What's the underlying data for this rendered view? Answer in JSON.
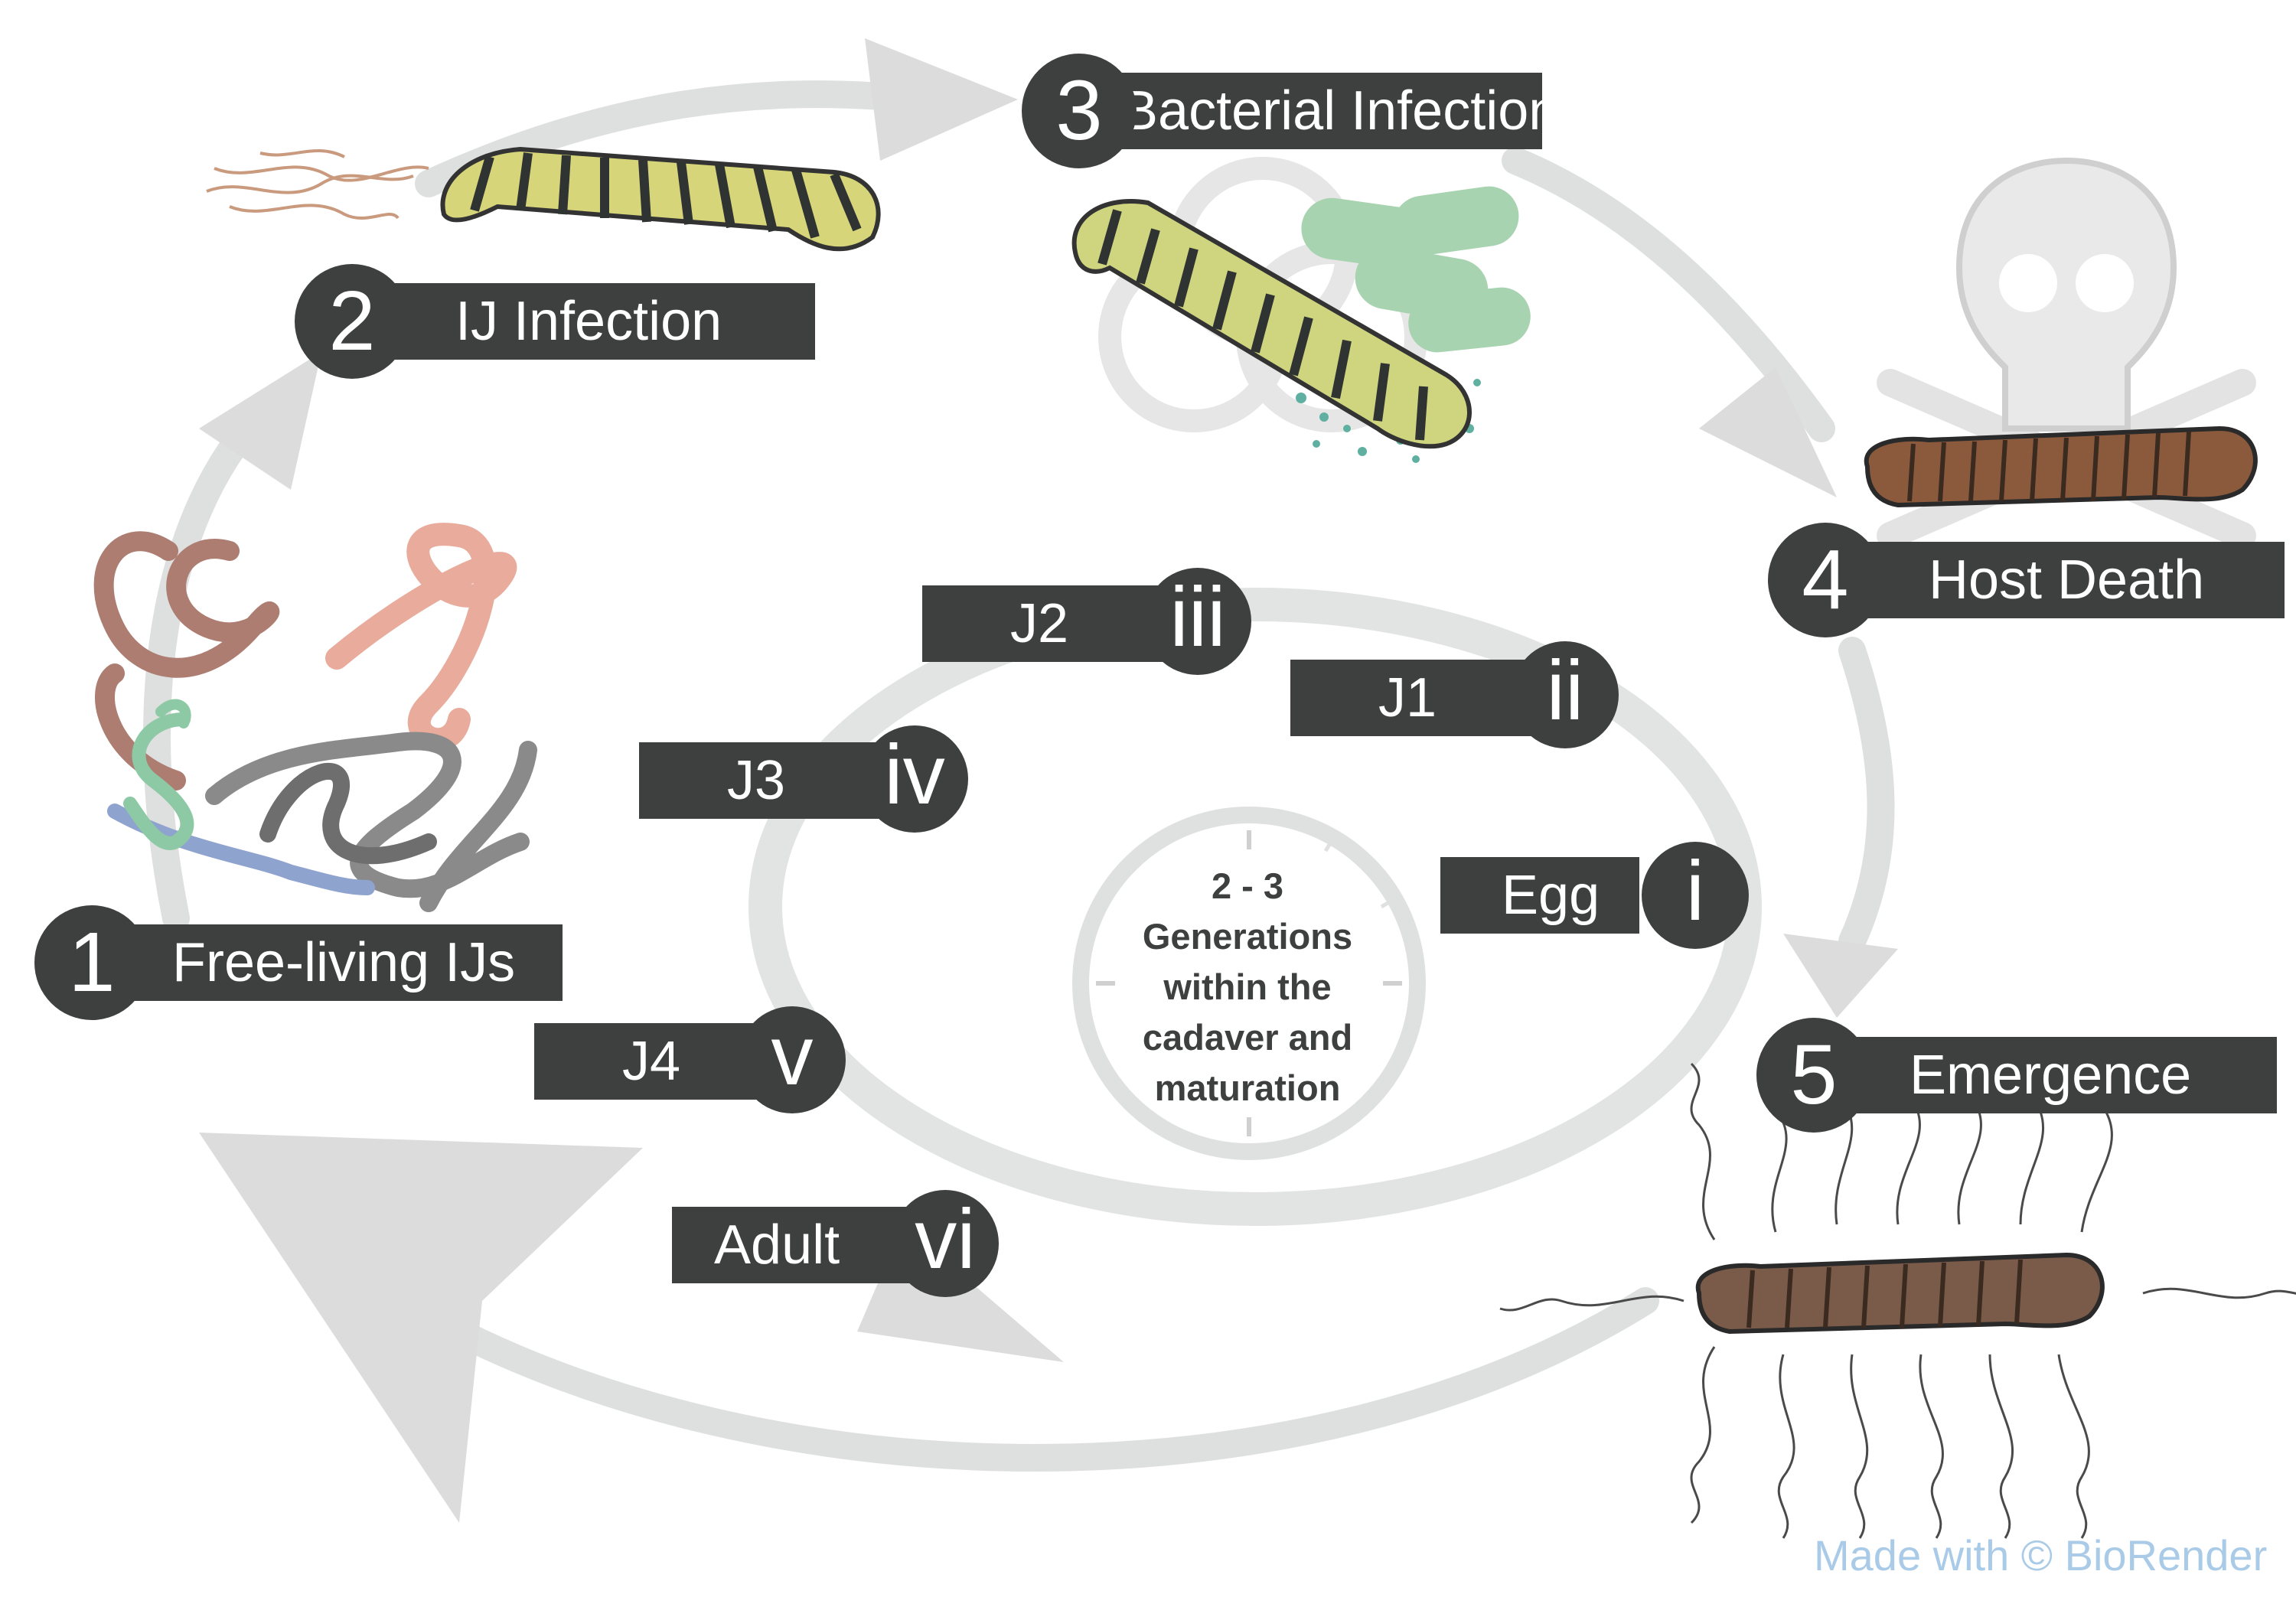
{
  "steps": [
    {
      "number": "1",
      "label": "Free-living IJs"
    },
    {
      "number": "2",
      "label": "IJ Infection"
    },
    {
      "number": "3",
      "label": "Bacterial Infection"
    },
    {
      "number": "4",
      "label": "Host Death"
    },
    {
      "number": "5",
      "label": "Emergence"
    }
  ],
  "stages": [
    {
      "numeral": "i",
      "label": "Egg"
    },
    {
      "numeral": "ii",
      "label": "J1"
    },
    {
      "numeral": "iii",
      "label": "J2"
    },
    {
      "numeral": "iv",
      "label": "J3"
    },
    {
      "numeral": "v",
      "label": "J4"
    },
    {
      "numeral": "vi",
      "label": "Adult"
    }
  ],
  "center": {
    "lines": [
      "2 - 3",
      "Generations",
      "within the",
      "cadaver and",
      "maturation"
    ]
  },
  "credit": "Made with © BioRender",
  "colors": {
    "label_bg": "#3e4040",
    "arrow": "#dcdddd",
    "bacteria": "#a7d3b0",
    "cadaver": "#8b5a3c",
    "credit": "#a9cbe8"
  },
  "icons": [
    "nematode-icon",
    "caterpillar-icon",
    "bacteria-icon",
    "biohazard-icon",
    "skull-crossbones-icon",
    "cadaver-icon",
    "clock-icon"
  ]
}
